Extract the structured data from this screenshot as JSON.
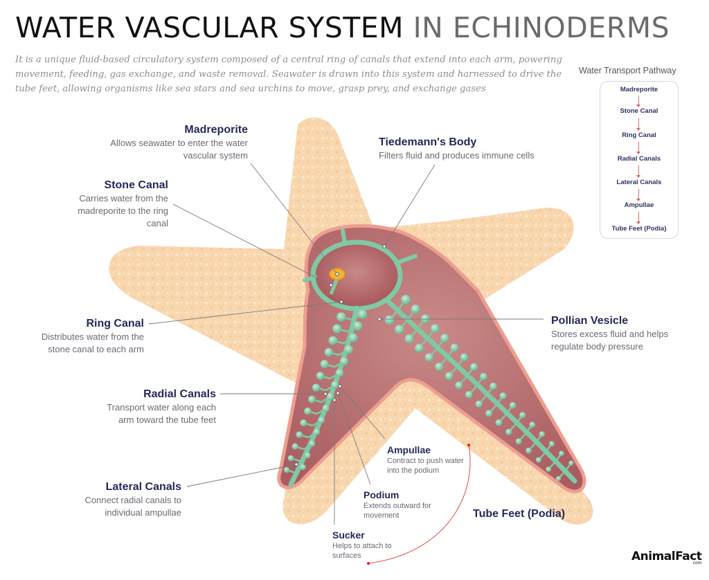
{
  "header": {
    "title_part1": "WATER VASCULAR SYSTEM",
    "title_part2": "IN ECHINODERMS",
    "intro": "It is a unique fluid-based circulatory system composed of a central ring of canals that extend into each arm, powering movement, feeding, gas exchange, and waste removal. Seawater is drawn into this system and harnessed to drive the tube feet, allowing organisms like sea stars and sea urchins to move, grasp prey, and exchange gases"
  },
  "labels": {
    "madreporite": {
      "title": "Madreporite",
      "desc": "Allows seawater to enter the water vascular system"
    },
    "stone_canal": {
      "title": "Stone Canal",
      "desc": "Carries water from the madreporite to the ring canal"
    },
    "tiedemann": {
      "title": "Tiedemann's Body",
      "desc": "Filters fluid and produces immune cells"
    },
    "ring_canal": {
      "title": "Ring Canal",
      "desc": "Distributes water from the stone canal to each arm"
    },
    "pollian": {
      "title": "Pollian Vesicle",
      "desc": "Stores excess fluid and helps regulate body pressure"
    },
    "radial": {
      "title": "Radial Canals",
      "desc": "Transport water along each arm toward the tube feet"
    },
    "lateral": {
      "title": "Lateral Canals",
      "desc": "Connect radial canals to individual ampullae"
    },
    "ampullae": {
      "title": "Ampullae",
      "desc": "Contract to push water into the podium"
    },
    "podium": {
      "title": "Podium",
      "desc": "Extends outward for movement"
    },
    "sucker": {
      "title": "Sucker",
      "desc": "Helps to attach to surfaces"
    },
    "tube_feet": {
      "title": "Tube Feet (Podia)"
    }
  },
  "pathway": {
    "title": "Water Transport Pathway",
    "steps": [
      "Madreporite",
      "Stone Canal",
      "Ring Canal",
      "Radial Canals",
      "Lateral Canals",
      "Ampullae",
      "Tube Feet (Podia)"
    ]
  },
  "colors": {
    "star_skin": "#f7cfa0",
    "cutaway_tissue": "#b66a6c",
    "cutaway_rim": "#e9958a",
    "vascular_canal": "#7fc9a4",
    "madreporite": "#f2b233",
    "label_title": "#25295a",
    "label_desc": "#6a6a74",
    "pathway_arrow": "#e06060"
  },
  "brand": {
    "name": "AnimalFact",
    "suffix": "com"
  }
}
